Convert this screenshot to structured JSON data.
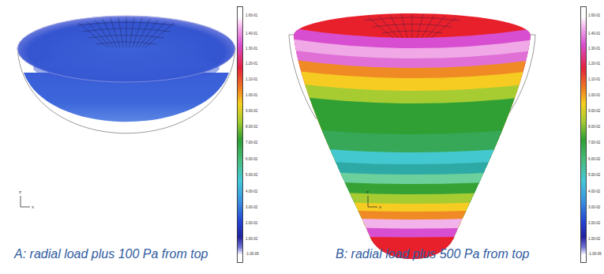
{
  "diagram": {
    "labels": [
      "A: radial load plus 100 Pa from top",
      "B: radial load plus 500 Pa from top",
      "1.60-01",
      "1.40-01",
      "1.30-01",
      "1.20-01",
      "1.10-01",
      "1.00-01",
      "9.00-02",
      "8.00-02",
      "7.00-02",
      "6.00-02",
      "5.00-02",
      "4.00-02",
      "3.00-02",
      "2.00-02",
      "1.00-02",
      "-1.00-06",
      "1.60-01",
      "1.40-01",
      "1.30-01",
      "1.20-01",
      "1.10-01",
      "1.00-01",
      "9.00-02",
      "8.00-02",
      "7.00-02",
      "6.00-02",
      "5.00-02",
      "4.00-02",
      "3.00-02",
      "2.00-02",
      "1.00-02",
      "-1.00-06",
      "z",
      "x",
      "z",
      "x"
    ]
  }
}
